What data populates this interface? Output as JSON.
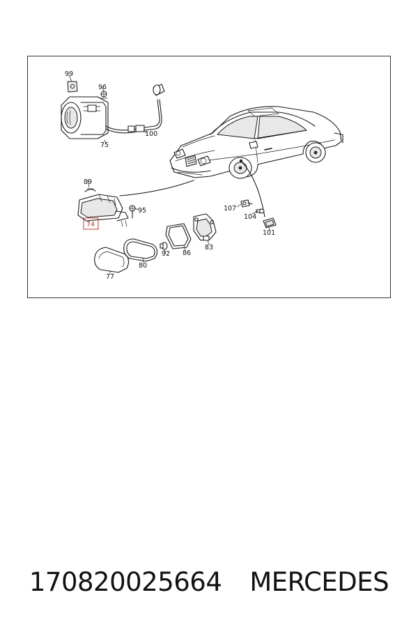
{
  "diagram": {
    "callouts": {
      "c99": "99",
      "c96": "96",
      "c75": "75",
      "c100": "100",
      "c89": "89",
      "c95": "95",
      "c74": "74",
      "c107": "107",
      "c104": "104",
      "c101": "101",
      "c92": "92",
      "c86": "86",
      "c83": "83",
      "c80": "80",
      "c77": "77"
    },
    "highlight_color": "#c0392b",
    "highlighted_callout": "74"
  },
  "caption": {
    "part_number": "170820025664",
    "brand": "MERCEDES"
  }
}
